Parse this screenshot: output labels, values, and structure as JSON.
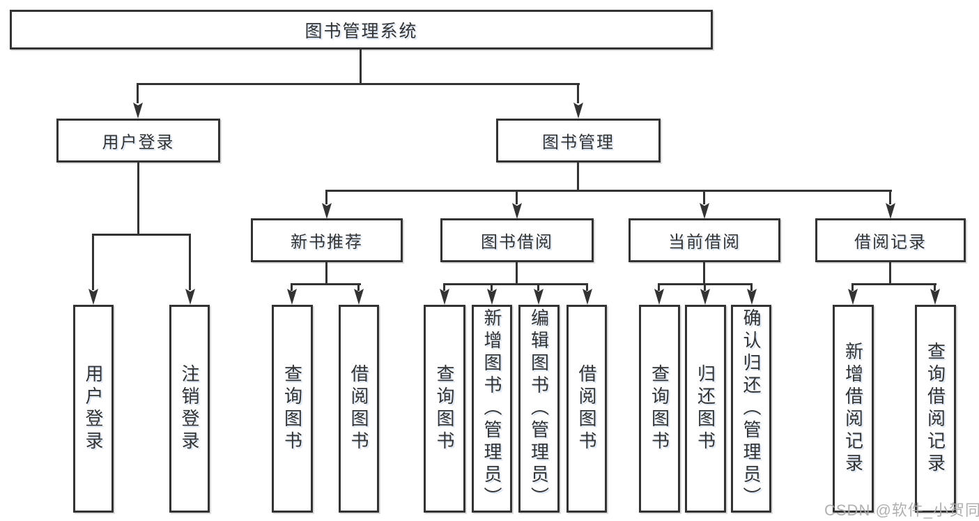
{
  "diagram": {
    "title": "图书管理系统",
    "level2": {
      "login": "用户登录",
      "management": "图书管理"
    },
    "level3": {
      "new_books": "新书推荐",
      "borrowing": "图书借阅",
      "current": "当前借阅",
      "records": "借阅记录"
    },
    "leaves": {
      "login": [
        "用户登录",
        "注销登录"
      ],
      "new_books": [
        "查询图书",
        "借阅图书"
      ],
      "borrowing": [
        "查询图书",
        "新增图书（管理员）",
        "编辑图书（管理员）",
        "借阅图书"
      ],
      "current": [
        "查询图书",
        "归还图书",
        "确认归还（管理员）"
      ],
      "records": [
        "新增借阅记录",
        "查询借阅记录"
      ]
    }
  },
  "watermark": {
    "text": "CSDN @软件_小贺同学"
  },
  "colors": {
    "line": "#333333",
    "text": "#333333",
    "background": "#ffffff",
    "watermark": "#a8a8a8"
  }
}
